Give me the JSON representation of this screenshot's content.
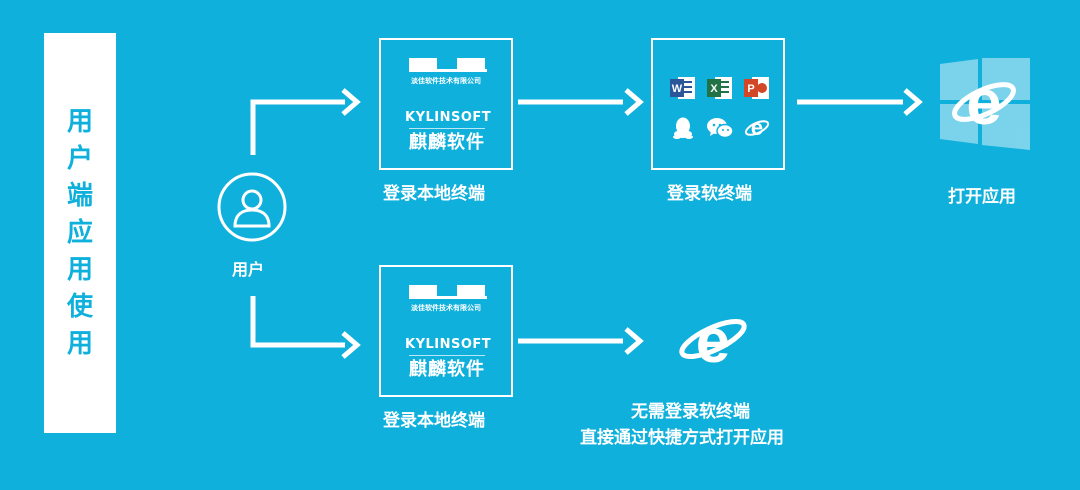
{
  "side_title": [
    "用",
    "户",
    "端",
    "应",
    "用",
    "使",
    "用"
  ],
  "user_label": "用户",
  "terminal_top": {
    "company_small": "淡佳软件技术有限公司",
    "brand": "KYLINSOFT",
    "brand_cn": "麒麟软件",
    "caption": "登录本地终端"
  },
  "terminal_bottom": {
    "company_small": "淡佳软件技术有限公司",
    "brand": "KYLINSOFT",
    "brand_cn": "麒麟软件",
    "caption": "登录本地终端"
  },
  "soft_terminal": {
    "caption": "登录软终端",
    "apps": [
      "word-icon",
      "excel-icon",
      "powerpoint-icon",
      "qq-icon",
      "wechat-icon",
      "ie-icon"
    ]
  },
  "open_app_caption": "打开应用",
  "direct_caption_line1": "无需登录软终端",
  "direct_caption_line2": "直接通过快捷方式打开应用",
  "colors": {
    "background": "#0fb0dc",
    "foreground": "#ffffff"
  }
}
